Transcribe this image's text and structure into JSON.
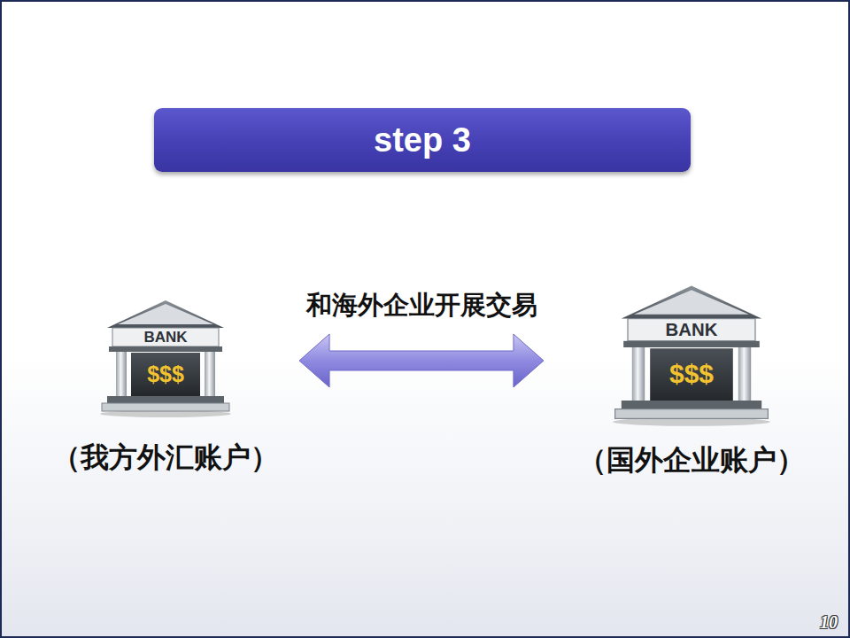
{
  "diagram": {
    "title": "step 3",
    "nodes": [
      {
        "text": [
          "BANK",
          "$$$",
          "（我方外汇账户）"
        ]
      },
      {
        "text": [
          "BANK",
          "$$$",
          "（国外企业账户）"
        ]
      }
    ],
    "edges": [
      {
        "from": 0,
        "to": 1,
        "label": "和海外企业开展交易",
        "arrow": "both"
      }
    ],
    "labels": [
      "10"
    ]
  }
}
